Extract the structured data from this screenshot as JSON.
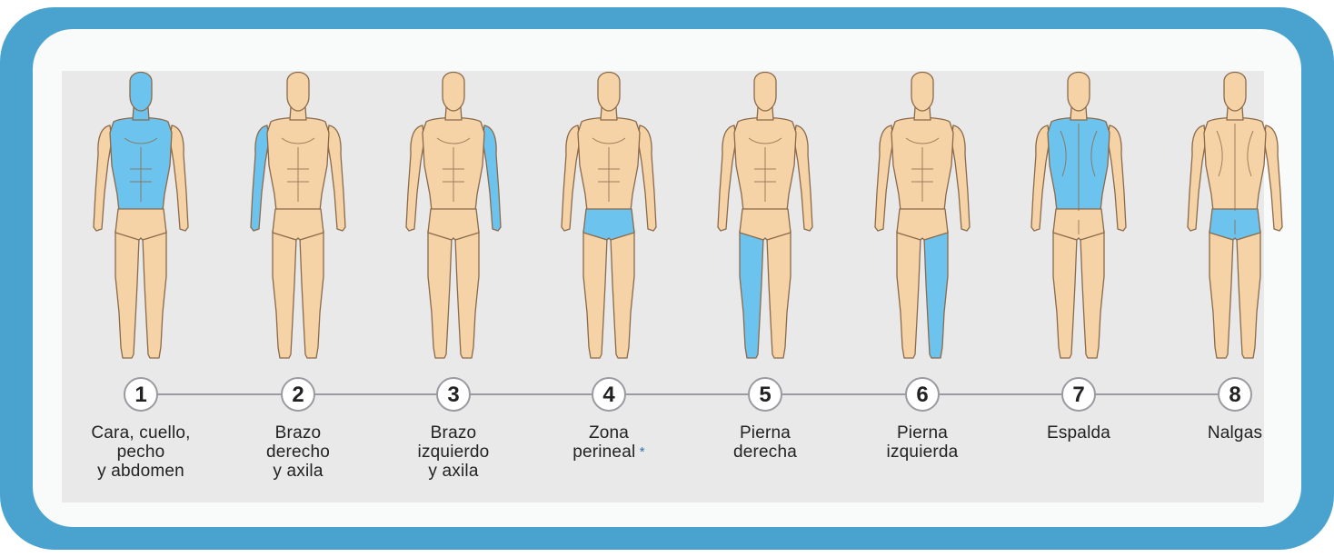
{
  "colors": {
    "frame": "#4aa3cf",
    "panel": "#f9fafa",
    "strip": "#e9e9ea",
    "skin": "#f6d3a6",
    "skin_stroke": "#8a6a4a",
    "highlight": "#6cc3ee",
    "line": "#9a9aa0"
  },
  "zones": [
    {
      "number": "1",
      "label": "Cara, cuello,\npecho\ny abdomen",
      "view": "front",
      "region": "torso-front"
    },
    {
      "number": "2",
      "label": "Brazo\nderecho\ny axila",
      "view": "front",
      "region": "arm-right"
    },
    {
      "number": "3",
      "label": "Brazo\nizquierdo\ny axila",
      "view": "front",
      "region": "arm-left"
    },
    {
      "number": "4",
      "label": "Zona\nperineal",
      "marker": "*",
      "view": "front",
      "region": "perineal"
    },
    {
      "number": "5",
      "label": "Pierna\nderecha",
      "view": "front",
      "region": "leg-right"
    },
    {
      "number": "6",
      "label": "Pierna\nizquierda",
      "view": "front",
      "region": "leg-left"
    },
    {
      "number": "7",
      "label": "Espalda",
      "view": "back",
      "region": "back"
    },
    {
      "number": "8",
      "label": "Nalgas",
      "view": "back",
      "region": "buttocks"
    }
  ]
}
